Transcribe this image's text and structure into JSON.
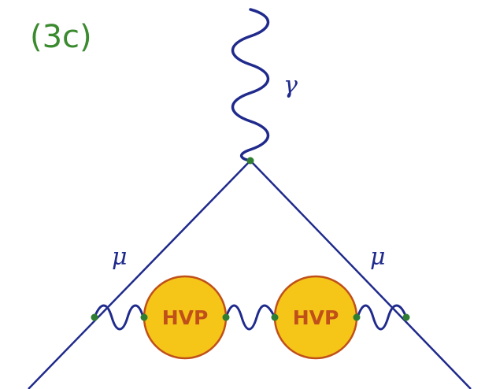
{
  "panel_label": "(3c)",
  "photon_label": "γ",
  "muon_left_label": "μ",
  "muon_right_label": "μ",
  "hvp_left_label": "HVP",
  "hvp_right_label": "HVP",
  "colors": {
    "line": "#1f2a8c",
    "vertex": "#2e7d32",
    "label_green": "#3a8a2e",
    "blob_fill": "#f5c518",
    "blob_stroke": "#c0501a",
    "blob_text": "#c0501a"
  }
}
